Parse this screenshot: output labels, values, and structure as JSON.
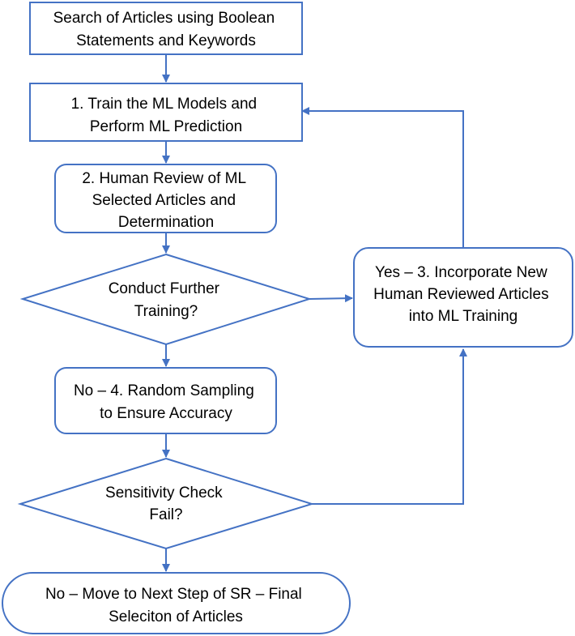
{
  "colors": {
    "stroke": "#4472c4",
    "fill": "#ffffff",
    "text": "#000000"
  },
  "nodes": {
    "search": {
      "shape": "rectangle",
      "lines": [
        "Search of Articles using Boolean",
        "Statements and Keywords"
      ]
    },
    "train": {
      "shape": "rectangle",
      "lines": [
        "1. Train the ML Models and",
        "Perform ML Prediction"
      ]
    },
    "review": {
      "shape": "rounded-rectangle",
      "lines": [
        "2. Human Review of ML",
        "Selected Articles and",
        "Determination"
      ]
    },
    "further": {
      "shape": "diamond",
      "lines": [
        "Conduct Further",
        "Training?"
      ]
    },
    "incorporate": {
      "shape": "rounded-rectangle",
      "lines": [
        "Yes – 3. Incorporate New",
        "Human Reviewed Articles",
        "into ML Training"
      ]
    },
    "sampling": {
      "shape": "rounded-rectangle",
      "lines": [
        "No – 4. Random Sampling",
        "to Ensure Accuracy"
      ]
    },
    "sensitivity": {
      "shape": "diamond",
      "lines": [
        "Sensitivity Check",
        "Fail?"
      ]
    },
    "final": {
      "shape": "terminator",
      "lines": [
        "No – Move to Next Step of SR – Final",
        "Seleciton of Articles"
      ]
    }
  },
  "edges": [
    {
      "from": "search",
      "to": "train"
    },
    {
      "from": "train",
      "to": "review"
    },
    {
      "from": "review",
      "to": "further"
    },
    {
      "from": "further",
      "to": "incorporate"
    },
    {
      "from": "incorporate",
      "to": "train"
    },
    {
      "from": "further",
      "to": "sampling"
    },
    {
      "from": "sampling",
      "to": "sensitivity"
    },
    {
      "from": "sensitivity",
      "to": "incorporate"
    },
    {
      "from": "sensitivity",
      "to": "final"
    }
  ]
}
